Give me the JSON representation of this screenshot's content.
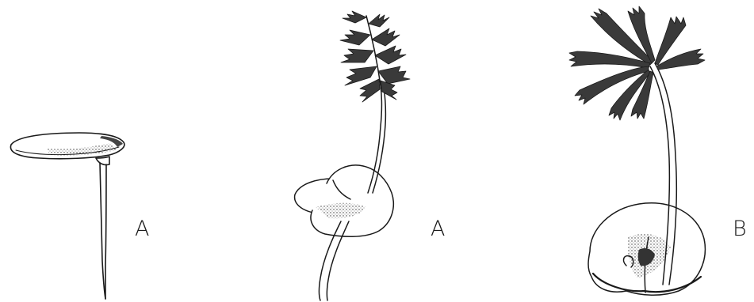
{
  "figure": {
    "panels": [
      {
        "id": "panel-1",
        "label": "A"
      },
      {
        "id": "panel-2",
        "label": "A"
      },
      {
        "id": "panel-3",
        "label": "B"
      }
    ],
    "colors": {
      "ink": "#1a1a1a",
      "shade": "#555555",
      "paper": "#ffffff"
    }
  }
}
